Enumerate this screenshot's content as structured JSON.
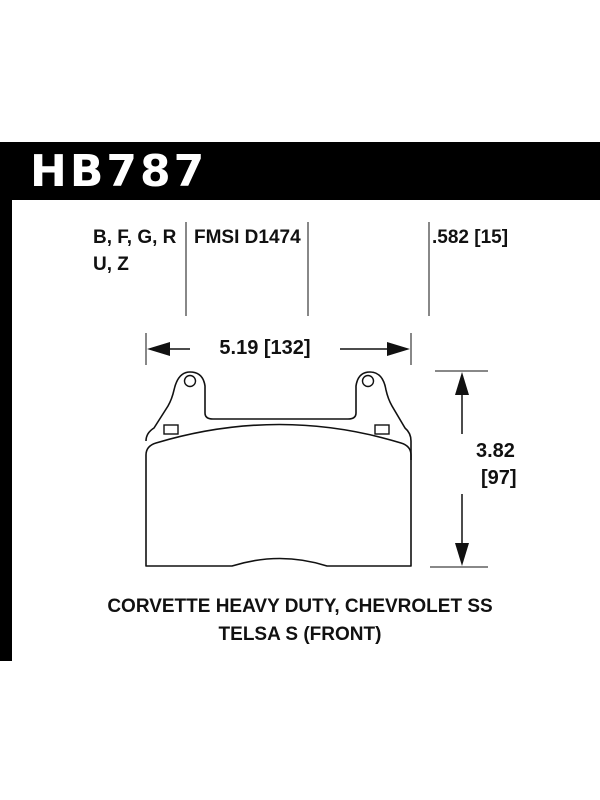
{
  "header": {
    "part_number": "HB787"
  },
  "specs": {
    "compounds_line1": "B, F, G, R",
    "compounds_line2": "U, Z",
    "fmsi": "FMSI D1474",
    "thickness": ".582 [15]"
  },
  "dimensions": {
    "width": "5.19 [132]",
    "height_line1": "3.82",
    "height_line2": "[97]"
  },
  "application": {
    "line1": "CORVETTE HEAVY DUTY, CHEVROLET SS",
    "line2": "TELSA S (FRONT)"
  },
  "colors": {
    "ink": "#111111",
    "title_bar": "#000000",
    "title_text": "#ffffff",
    "background": "#ffffff"
  }
}
